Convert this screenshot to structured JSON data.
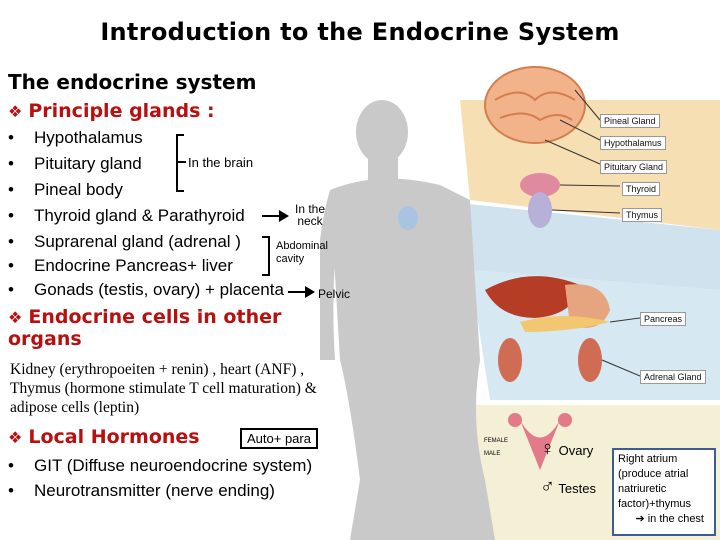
{
  "title": "Introduction to the Endocrine System",
  "heading": "The endocrine system",
  "principle_glands_heading": "Principle glands :",
  "glands": [
    "Hypothalamus",
    "Pituitary gland",
    "Pineal body",
    "Thyroid gland & Parathyroid",
    "Suprarenal gland (adrenal )",
    "Endocrine Pancreas+ liver",
    "Gonads (testis, ovary) + placenta"
  ],
  "brain_note": "In the brain",
  "neck_note": "In the neck",
  "abdominal_note": "Abdominal cavity",
  "pelvic_note": "Pelvic",
  "other_cells_heading": "Endocrine cells in other organs",
  "other_cells_text": "Kidney (erythropoeiten  + renin)  , heart (ANF)  , Thymus (hormone stimulate T cell maturation)  & adipose cells  (leptin)",
  "local_heading": "Local Hormones",
  "auto_para": "Auto+ para",
  "local_items": [
    "GIT (Diffuse neuroendocrine system)",
    "Neurotransmitter (nerve ending)"
  ],
  "right_atrium_note": "Right atrium (produce atrial natriuretic factor)+thymus",
  "right_atrium_note_2": "in the chest",
  "figure_labels": {
    "pineal": "Pineal Gland",
    "hypothalamus": "Hypothalamus",
    "pituitary": "Pituitary Gland",
    "thyroid": "Thyroid",
    "thymus": "Thymus",
    "pancreas": "Pancreas",
    "adrenal": "Adrenal Gland",
    "female": "FEMALE",
    "male": "MALE",
    "ovary": "Ovary",
    "testes": "Testes"
  },
  "colors": {
    "heading_red": "#b80f0f",
    "head_band": "#f7dfb4",
    "neck_band": "#cfe2ee",
    "abdomen_band": "#d6e8f2",
    "pelvic_band": "#f4f0d6"
  }
}
